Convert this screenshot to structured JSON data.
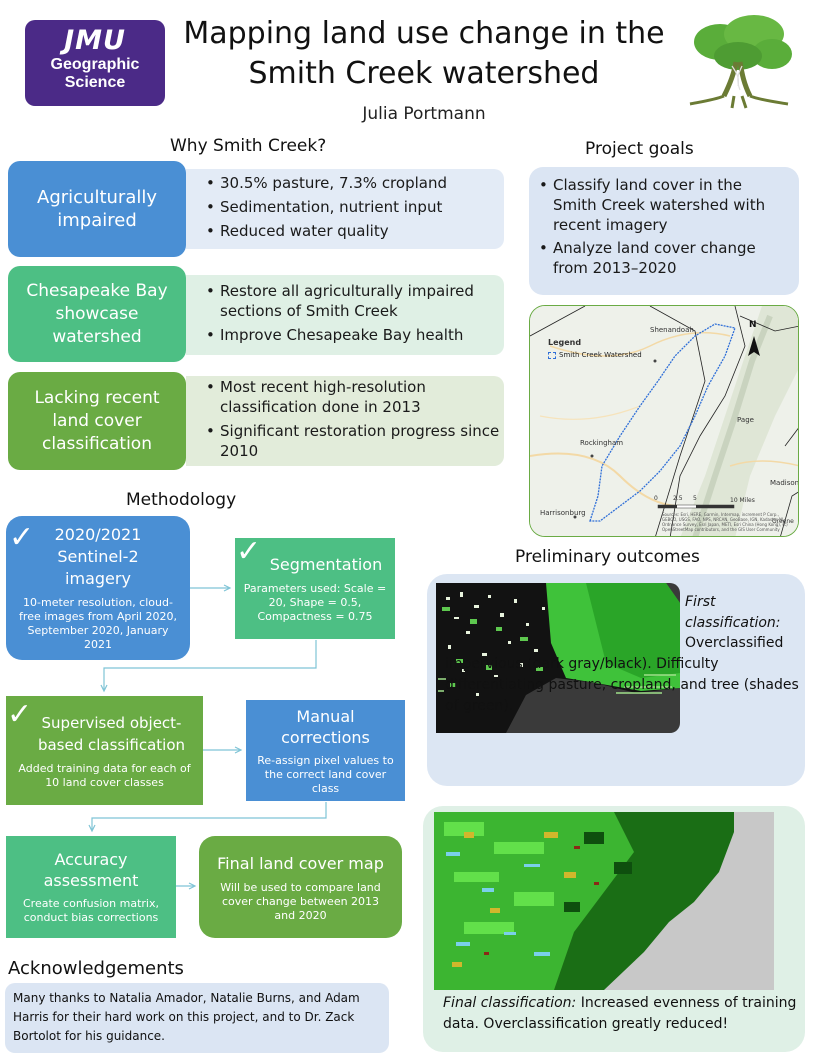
{
  "header": {
    "logo_jmu": "JMU",
    "logo_dept_line1": "Geographic",
    "logo_dept_line2": "Science",
    "title_line1": "Mapping land use change in the",
    "title_line2": "Smith Creek watershed",
    "author": "Julia Portmann"
  },
  "why": {
    "heading": "Why Smith Creek?",
    "rows": [
      {
        "card": "Agriculturally impaired",
        "bullets": [
          "30.5% pasture, 7.3% cropland",
          "Sedimentation, nutrient input",
          "Reduced water quality"
        ]
      },
      {
        "card": "Chesapeake Bay showcase watershed",
        "bullets": [
          "Restore all agriculturally impaired sections of Smith Creek",
          "Improve Chesapeake Bay health"
        ]
      },
      {
        "card": "Lacking recent land cover classification",
        "bullets": [
          "Most recent high-resolution classification done in 2013",
          "Significant restoration progress since 2010"
        ]
      }
    ]
  },
  "goals": {
    "heading": "Project goals",
    "bullets": [
      "Classify land cover in the Smith Creek watershed with recent imagery",
      "Analyze land cover change from 2013–2020"
    ]
  },
  "map": {
    "legend_title": "Legend",
    "legend_item": "Smith Creek Watershed",
    "north": "N",
    "places": {
      "shenandoah": "Shenandoah",
      "page": "Page",
      "rockingham": "Rockingham",
      "madison": "Madison",
      "harrisonburg": "Harrisonburg",
      "greene": "Greene"
    },
    "scale_labels": [
      "0",
      "2.5",
      "5",
      "10 Miles"
    ],
    "credits": "Sources: Esri, HERE, Garmin, Intermap, increment P Corp., GEBCO, USGS, FAO, NPS, NRCAN, GeoBase, IGN, Kadaster NL, Ordnance Survey, Esri Japan, METI, Esri China (Hong Kong), (c) OpenStreetMap contributors, and the GIS User Community"
  },
  "methodology": {
    "heading": "Methodology",
    "steps": {
      "imagery": {
        "title": "2020/2021 Sentinel-2 imagery",
        "detail": "10-meter resolution, cloud-free images from April 2020, September 2020, January 2021"
      },
      "segmentation": {
        "title": "Segmentation",
        "detail": "Parameters used: Scale = 20, Shape = 0.5, Compactness = 0.75"
      },
      "supervised": {
        "title": "Supervised object-based classification",
        "detail": "Added training data for each of 10 land cover classes"
      },
      "manual": {
        "title": "Manual corrections",
        "detail": "Re-assign pixel values to the correct land cover class"
      },
      "accuracy": {
        "title": "Accuracy assessment",
        "detail": "Create confusion matrix, conduct bias corrections"
      },
      "final": {
        "title": "Final land cover map",
        "detail": "Will be used to compare land cover change between 2013 and 2020"
      }
    }
  },
  "outcomes": {
    "heading": "Preliminary outcomes",
    "first_label": "First classification:",
    "first_text": "Overclassified impervious (dark gray/black). Difficulty differentiating pasture, cropland, and tree (shades of green).",
    "final_label": "Final classification:",
    "final_text": "Increased evenness of training data. Overclassification greatly reduced!"
  },
  "ack": {
    "heading": "Acknowledgements",
    "text": "Many thanks to Natalia Amador, Natalie Burns, and Adam Harris for their hard work on this project, and to Dr. Zack Bortolot for his guidance."
  }
}
